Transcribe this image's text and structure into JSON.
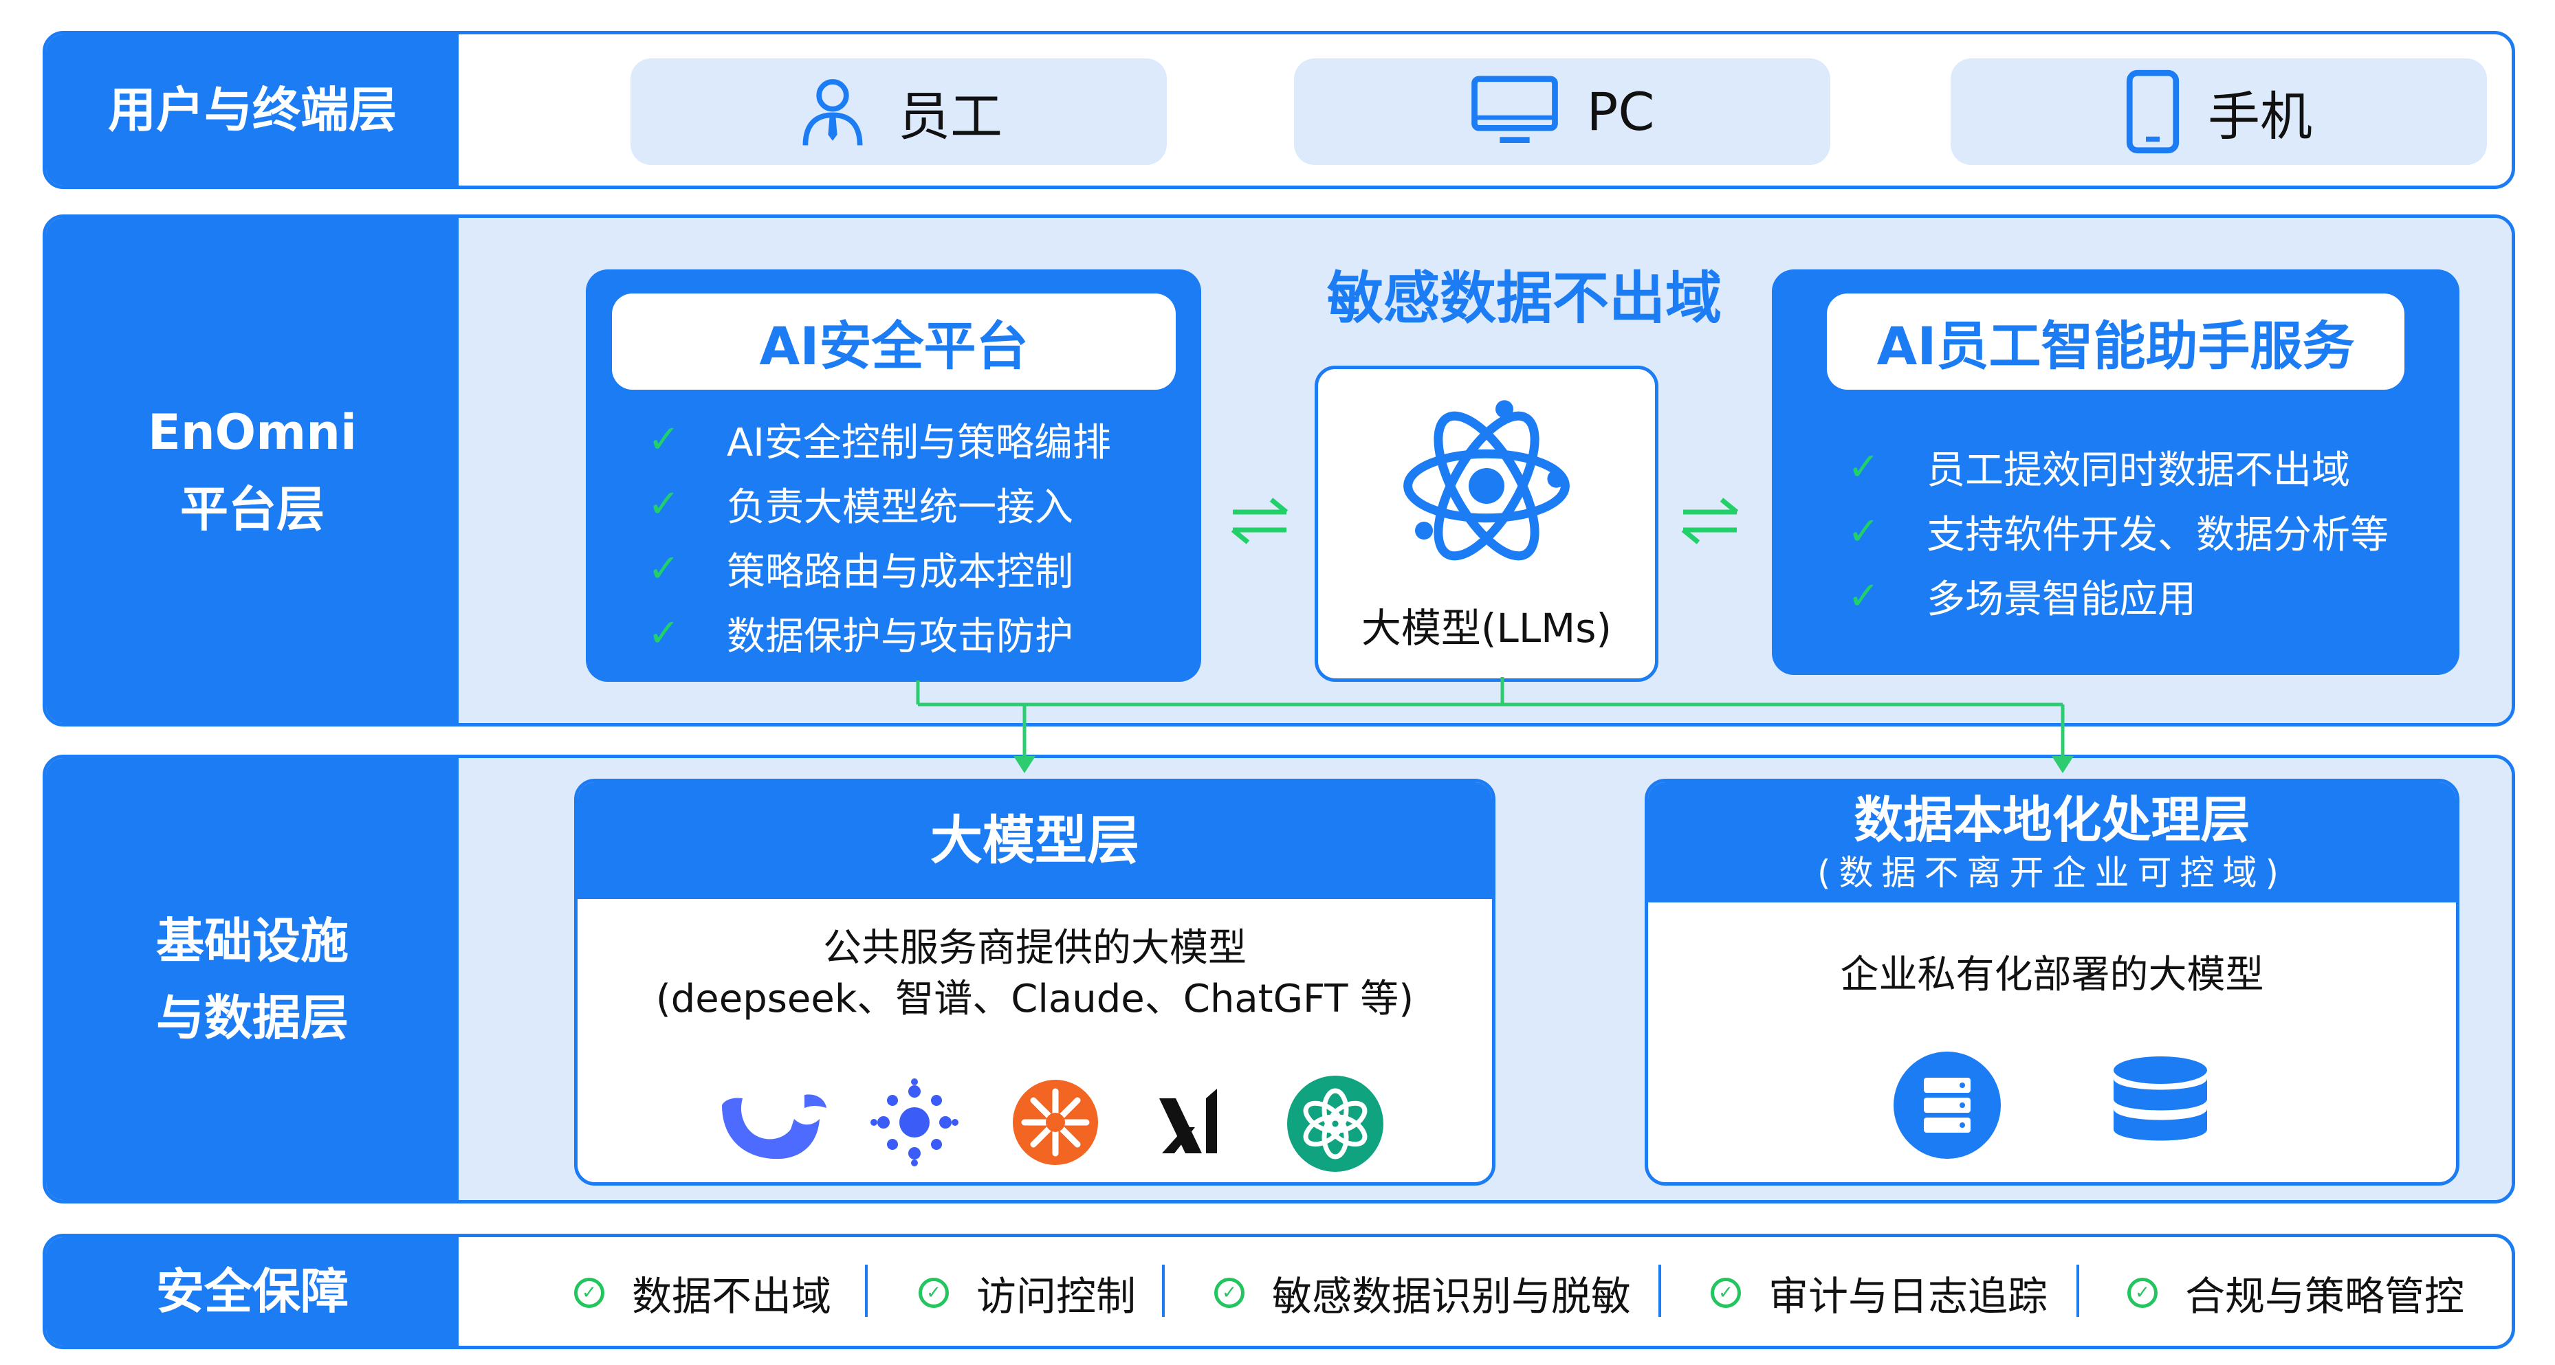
{
  "layers": {
    "user": {
      "label": "用户与终端层",
      "items": [
        {
          "icon": "user-icon",
          "label": "员工"
        },
        {
          "icon": "monitor-icon",
          "label": "PC"
        },
        {
          "icon": "phone-icon",
          "label": "手机"
        }
      ]
    },
    "platform": {
      "label_line1": "EnOmni",
      "label_line2": "平台层",
      "headline": "敏感数据不出域",
      "security_platform": {
        "title": "AI安全平台",
        "items": [
          "AI安全控制与策略编排",
          "负责大模型统一接入",
          "策略路由与成本控制",
          "数据保护与攻击防护"
        ]
      },
      "llm_label": "大模型(LLMs)",
      "assistant": {
        "title": "AI员工智能助手服务",
        "items": [
          "员工提效同时数据不出域",
          "支持软件开发、数据分析等",
          "多场景智能应用"
        ]
      }
    },
    "infra": {
      "label_line1": "基础设施",
      "label_line2": "与数据层",
      "model_layer": {
        "title": "大模型层",
        "desc_line1": "公共服务商提供的大模型",
        "desc_line2": "(deepseek、智谱、Claude、ChatGFT 等)",
        "logos": [
          "deepseek-whale-icon",
          "zhipu-dots-icon",
          "claude-sunburst-icon",
          "xai-icon",
          "openai-knot-icon"
        ]
      },
      "local_layer": {
        "title": "数据本地化处理层",
        "subtitle": "(数据不离开企业可控域)",
        "desc": "企业私有化部署的大模型",
        "icons": [
          "server-icon",
          "database-icon"
        ]
      }
    },
    "security": {
      "label": "安全保障",
      "items": [
        "数据不出域",
        "访问控制",
        "敏感数据识别与脱敏",
        "审计与日志追踪",
        "合规与策略管控"
      ]
    }
  },
  "colors": {
    "primary": "#1c7cf4",
    "light_bg": "#dceafb",
    "check_green": "#22d06a",
    "connector_green": "#2ecc71"
  }
}
